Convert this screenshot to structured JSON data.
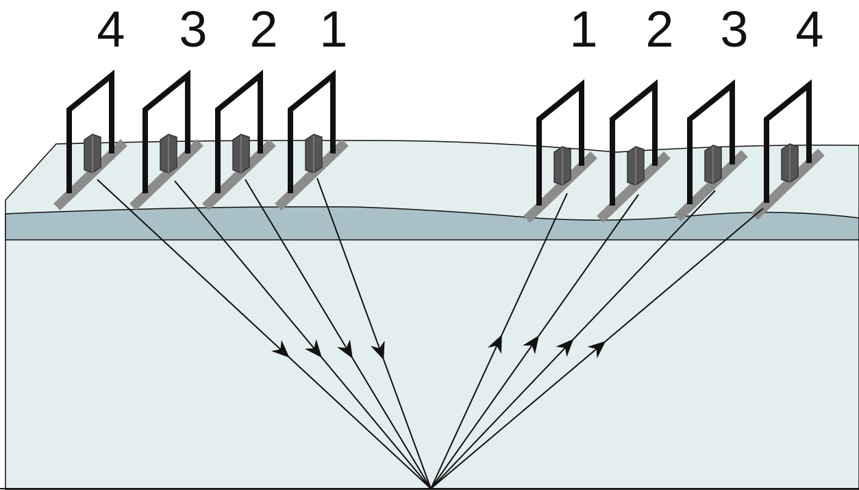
{
  "labels": {
    "sources": [
      "4",
      "3",
      "2",
      "1"
    ],
    "receivers": [
      "1",
      "2",
      "3",
      "4"
    ]
  },
  "colors": {
    "background": "#ffffff",
    "ground": "#e3eeef",
    "weathered_layer": "#a9c1c6",
    "outline": "#111111",
    "instrument": "#555555",
    "base_plate": "#8c8c8c"
  },
  "icons": {
    "instrument": "geophone-frame-icon",
    "arrow": "ray-arrowhead-icon"
  }
}
